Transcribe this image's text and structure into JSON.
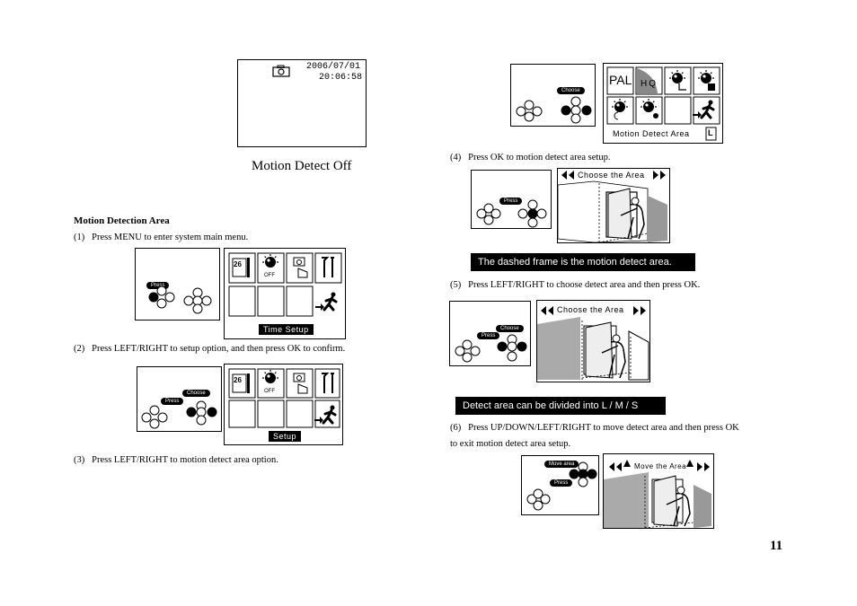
{
  "screen": {
    "date": "2006/07/01",
    "time": "20:06:58",
    "caption": "Motion Detect Off"
  },
  "section_title": "Motion Detection Area",
  "steps": [
    "(1)   Press MENU to enter system main menu.",
    "(2)   Press LEFT/RIGHT to setup option, and then press OK to confirm.",
    "(3)   Press LEFT/RIGHT to motion detect area option.",
    "(4)   Press OK to motion detect area setup.",
    "(5)   Press LEFT/RIGHT to choose detect area and then press OK.",
    "(6)   Press UP/DOWN/LEFT/RIGHT to move detect area and then press OK",
    "to exit motion detect area setup."
  ],
  "tags": {
    "press": "Press",
    "choose": "Choose",
    "move_area": "Move area"
  },
  "menu": {
    "time_setup": "Time Setup",
    "setup": "Setup",
    "off": "OFF",
    "calendar_day": "26"
  },
  "menu2": {
    "pal": "PAL",
    "hq": "HQ",
    "motion_detect_area": "Motion Detect Area",
    "size_letter": "L"
  },
  "choose_area": "Choose the Area",
  "move_the_area": "Move the Area",
  "banners": [
    "The dashed frame is the motion detect area.",
    "Detect area can be divided into L / M / S"
  ],
  "page_number": "11"
}
